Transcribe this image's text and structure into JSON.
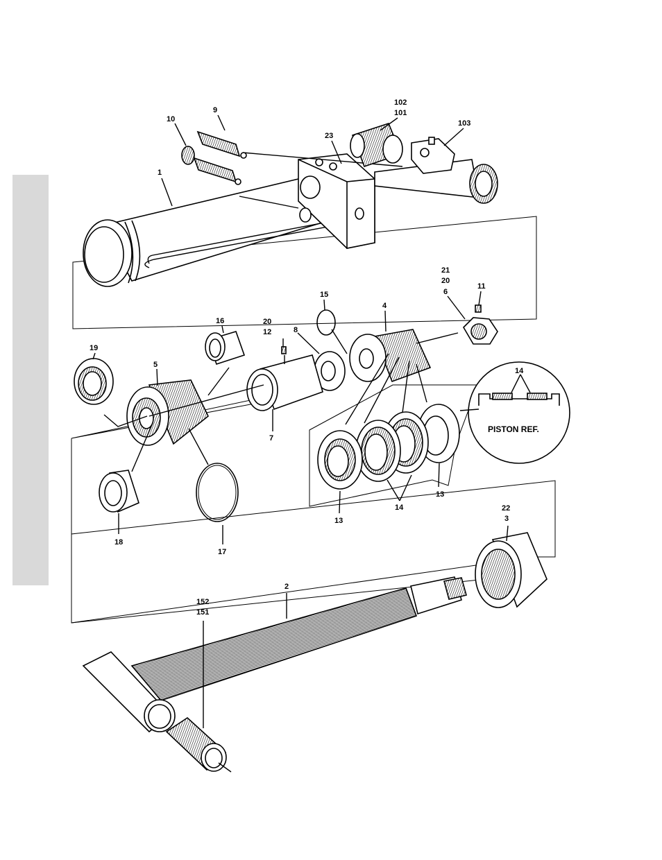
{
  "colors": {
    "tab": "#d9d9d9",
    "ink": "#000000",
    "paper": "#ffffff"
  },
  "labels": {
    "c1": "1",
    "c2": "2",
    "c3": "3",
    "c4": "4",
    "c5": "5",
    "c6": "6",
    "c7": "7",
    "c8": "8",
    "c9": "9",
    "c10": "10",
    "c11": "11",
    "c12": "12",
    "c13": "13",
    "c14": "14",
    "c15": "15",
    "c16": "16",
    "c17": "17",
    "c18": "18",
    "c19": "19",
    "c20": "20",
    "c21": "21",
    "c22": "22",
    "c23": "23",
    "c101": "101",
    "c102": "102",
    "c103": "103",
    "c151": "151",
    "c152": "152"
  },
  "detail": {
    "title": "PISTON REF."
  }
}
